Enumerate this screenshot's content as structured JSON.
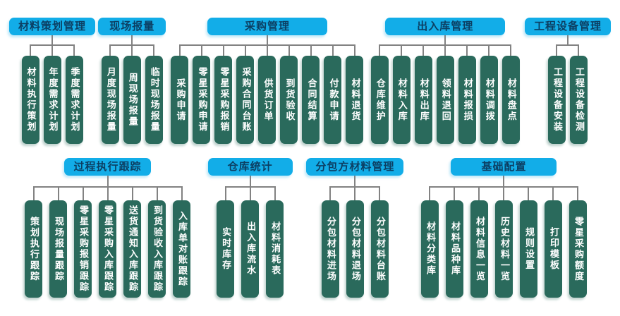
{
  "colors": {
    "header_bg": "#12ade8",
    "header_text": "#0c3f63",
    "pillar_bg": "#2a6a5c",
    "pillar_text": "#ffffff",
    "connector": "#828282",
    "background": "#ffffff"
  },
  "groups": [
    {
      "id": "material-planning",
      "label": "材料策划管理",
      "children": [
        "材料执行策划",
        "年度需求计划",
        "季度需求计划"
      ]
    },
    {
      "id": "site-reporting",
      "label": "现场报量",
      "children": [
        "月度现场报量",
        "周现场报量",
        "临时现场报量"
      ]
    },
    {
      "id": "procurement",
      "label": "采购管理",
      "children": [
        "采购申请",
        "零星采购申请",
        "零星采购报销",
        "采购合同台账",
        "供货订单",
        "到货验收",
        "合同结算",
        "付款申请",
        "材料退货"
      ]
    },
    {
      "id": "warehouse-in-out",
      "label": "出入库管理",
      "children": [
        "仓库维护",
        "材料入库",
        "材料出库",
        "领料退回",
        "材料报损",
        "材料调拨",
        "材料盘点"
      ]
    },
    {
      "id": "equipment",
      "label": "工程设备管理",
      "children": [
        "工程设备安装",
        "工程设备检测"
      ]
    },
    {
      "id": "process-tracking",
      "label": "过程执行跟踪",
      "children": [
        "策划执行跟踪",
        "现场报量跟踪",
        "零星采购报销跟踪",
        "零星采购入库跟踪",
        "送货通知入库跟踪",
        "到货验收入库跟踪",
        "入库单对账跟踪"
      ]
    },
    {
      "id": "warehouse-stats",
      "label": "仓库统计",
      "children": [
        "实时库存",
        "出入库流水",
        "材料消耗表"
      ]
    },
    {
      "id": "subcontractor",
      "label": "分包方材料管理",
      "children": [
        "分包材料进场",
        "分包材料退场",
        "分包材料台账"
      ]
    },
    {
      "id": "basic-config",
      "label": "基础配置",
      "children": [
        "材料分类库",
        "材料品种库",
        "材料信息一览",
        "历史材料一览",
        "规则设置",
        "打印模板",
        "零星采购额度"
      ]
    }
  ]
}
